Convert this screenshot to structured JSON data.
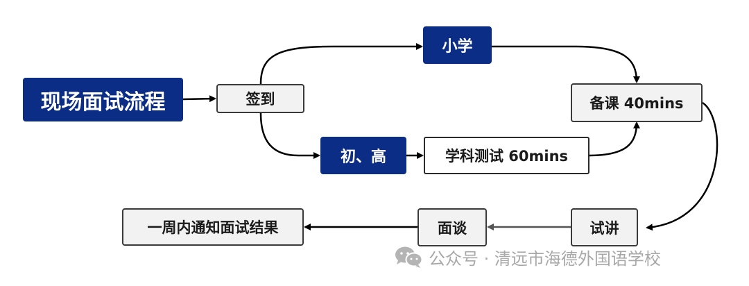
{
  "diagram": {
    "nodes": {
      "title": "现场面试流程",
      "checkin": "签到",
      "primary": "小学",
      "middle_high": "初、高",
      "subject_test": "学科测试 60mins",
      "lesson_prep": "备课 40mins",
      "trial_lecture": "试讲",
      "interview": "面谈",
      "notify": "一周内通知面试结果"
    },
    "edges": [
      {
        "from": "title",
        "to": "checkin"
      },
      {
        "from": "checkin",
        "to": "primary"
      },
      {
        "from": "checkin",
        "to": "middle_high"
      },
      {
        "from": "middle_high",
        "to": "subject_test"
      },
      {
        "from": "primary",
        "to": "lesson_prep"
      },
      {
        "from": "subject_test",
        "to": "lesson_prep"
      },
      {
        "from": "lesson_prep",
        "to": "trial_lecture"
      },
      {
        "from": "trial_lecture",
        "to": "interview"
      },
      {
        "from": "interview",
        "to": "notify"
      }
    ]
  },
  "watermark": {
    "text": "公众号 · 清远市海德外国语学校",
    "icon": "wechat-icon"
  },
  "colors": {
    "blue": "#0b2d86",
    "gray_fill": "#f2f2f2",
    "border": "#3a3a3a",
    "watermark": "#a8a8a8"
  }
}
